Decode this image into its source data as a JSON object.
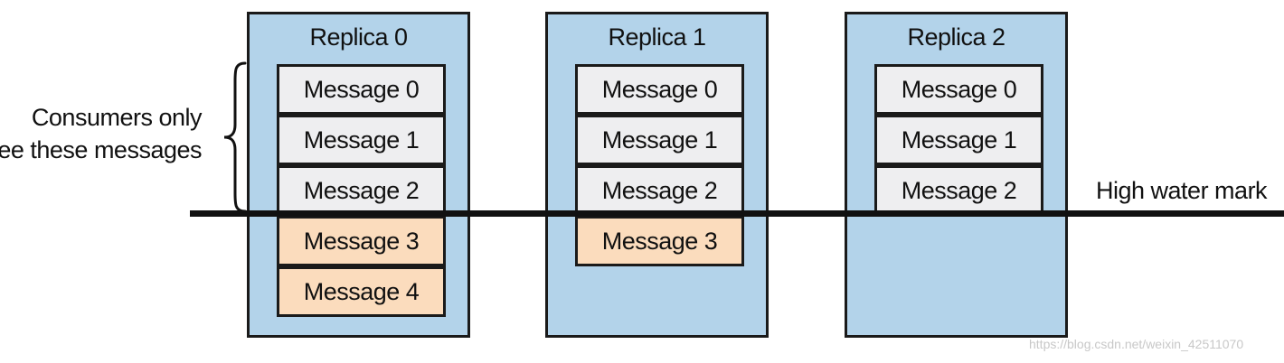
{
  "replicas": [
    {
      "title": "Replica 0",
      "messages": [
        {
          "label": "Message 0",
          "status": "committed"
        },
        {
          "label": "Message 1",
          "status": "committed"
        },
        {
          "label": "Message 2",
          "status": "committed"
        },
        {
          "label": "Message 3",
          "status": "uncommitted"
        },
        {
          "label": "Message 4",
          "status": "uncommitted"
        }
      ]
    },
    {
      "title": "Replica 1",
      "messages": [
        {
          "label": "Message 0",
          "status": "committed"
        },
        {
          "label": "Message 1",
          "status": "committed"
        },
        {
          "label": "Message 2",
          "status": "committed"
        },
        {
          "label": "Message 3",
          "status": "uncommitted"
        }
      ]
    },
    {
      "title": "Replica 2",
      "messages": [
        {
          "label": "Message 0",
          "status": "committed"
        },
        {
          "label": "Message 1",
          "status": "committed"
        },
        {
          "label": "Message 2",
          "status": "committed"
        }
      ]
    }
  ],
  "high_water_mark_label": "High water mark",
  "consumers_note": {
    "line1": "Consumers only",
    "line2": "see these messages"
  },
  "watermark": "https://blog.csdn.net/weixin_42511070",
  "colors": {
    "replica_fill": "#b3d3ea",
    "committed_fill": "#eeeef0",
    "uncommitted_fill": "#fbdcbd",
    "border": "#1a1a1a"
  }
}
